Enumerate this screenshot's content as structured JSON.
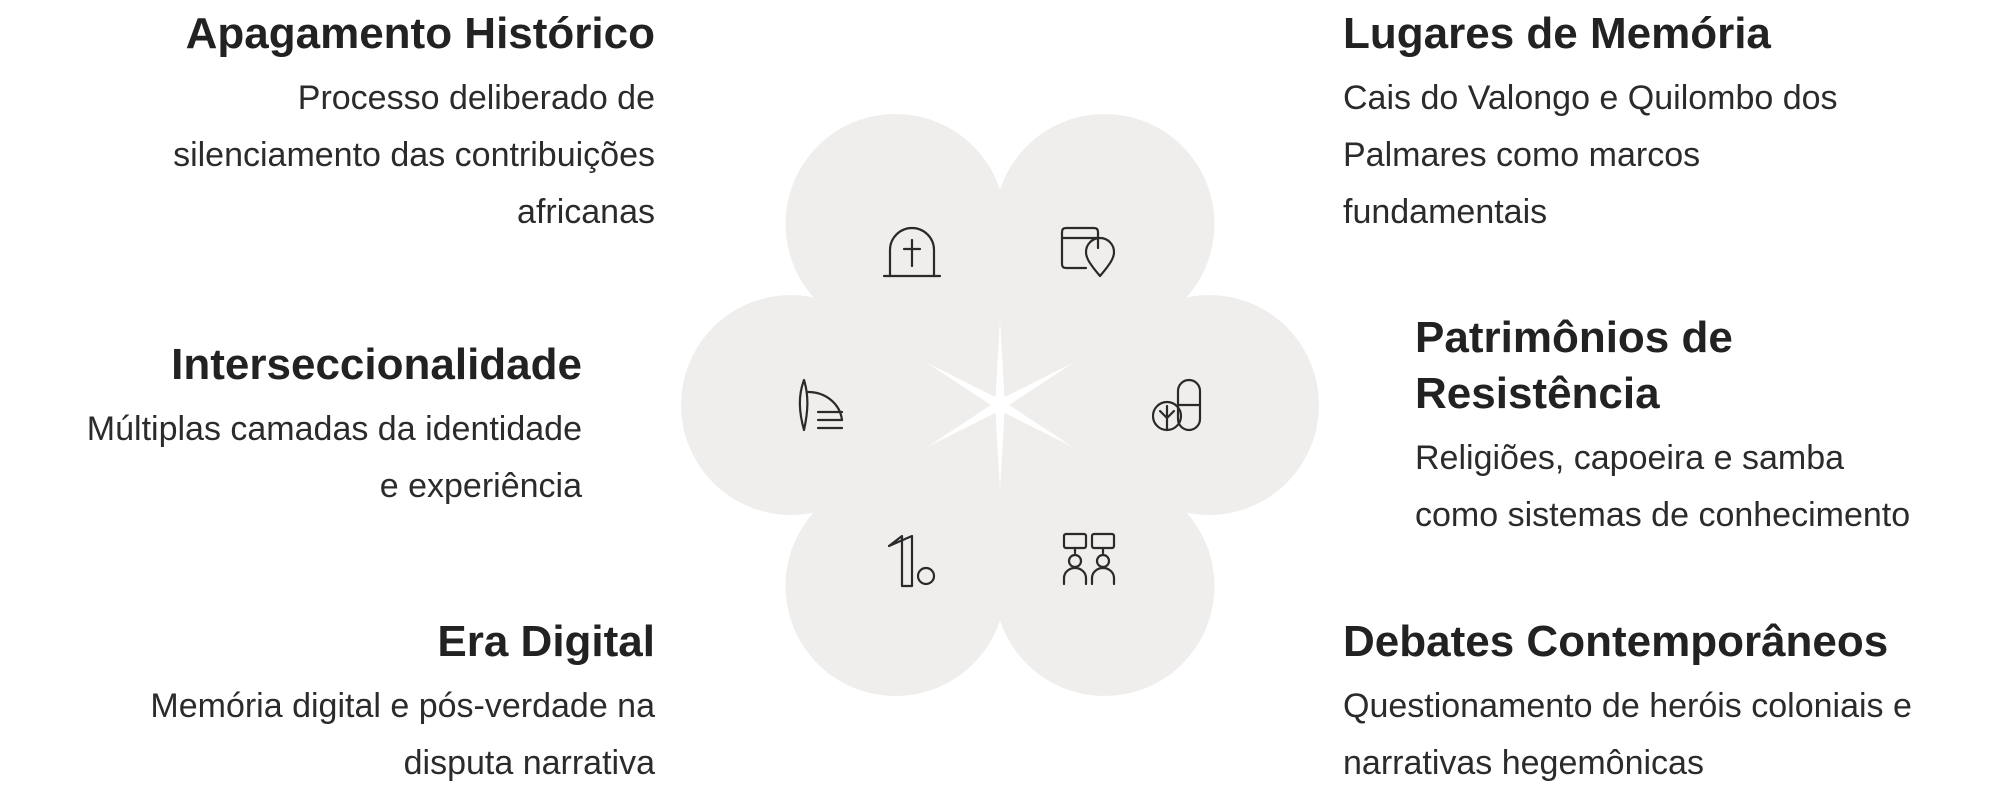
{
  "colors": {
    "petal": "#f0eeed",
    "text": "#222222",
    "icon": "#2a2a2a"
  },
  "items": [
    {
      "id": "apagamento",
      "title": "Apagamento Histórico",
      "desc": [
        "Processo deliberado de",
        "silenciamento das contribuições",
        "africanas"
      ],
      "icon": "tombstone-icon"
    },
    {
      "id": "lugares",
      "title": "Lugares de Memória",
      "desc": [
        "Cais do Valongo e Quilombo dos",
        "Palmares como marcos",
        "fundamentais"
      ],
      "icon": "location-map-icon"
    },
    {
      "id": "interseccionalidade",
      "title": "Interseccionalidade",
      "desc": [
        "Múltiplas camadas da identidade",
        "e experiência"
      ],
      "icon": "quill-document-icon"
    },
    {
      "id": "patrimonios",
      "title": [
        "Patrimônios de",
        "Resistência"
      ],
      "desc": [
        "Religiões, capoeira e samba",
        "como sistemas de conhecimento"
      ],
      "icon": "tree-capsule-icon"
    },
    {
      "id": "era-digital",
      "title": "Era Digital",
      "desc": [
        "Memória digital e pós-verdade na",
        "disputa narrativa"
      ],
      "icon": "number-one-icon"
    },
    {
      "id": "debates",
      "title": "Debates Contemporâneos",
      "desc": [
        "Questionamento de heróis coloniais e",
        "narrativas hegemônicas"
      ],
      "icon": "people-discussion-icon"
    }
  ]
}
